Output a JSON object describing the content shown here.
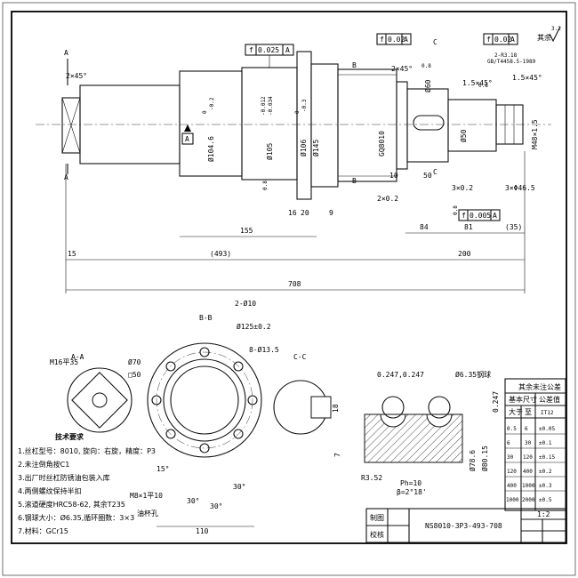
{
  "title_block": {
    "label_draw": "制图",
    "label_check": "校核",
    "drawing_no": "NS8010-3P3-493-708",
    "scale": "1:2"
  },
  "roughness_note": "其余",
  "roughness_value": "3.2",
  "main_dims": {
    "d708": "708",
    "d493": "(493)",
    "d155": "155",
    "d200": "200",
    "d15": "15",
    "d84": "84",
    "d81": "81",
    "d35": "(35)",
    "d10": "10",
    "d50": "50",
    "d16": "16",
    "d20": "20",
    "d9": "9",
    "cham_left": "2×45°",
    "cham_mid": "2×45°",
    "cham_r1": "1.5×45°",
    "cham_r2": "1.5×45°",
    "groove1": "2×0.2",
    "groove2": "3×0.2",
    "groove3": "3×Φ46.5",
    "dia1": "Ø104.6",
    "dia2": "Ø105",
    "dia3": "Ø106",
    "dia4": "Ø145",
    "dia5": "Ø60",
    "dia6": "Ø50",
    "thread": "M48×1.5",
    "screw": "GQ8010",
    "tol1": "0.025",
    "tol2": "0.02",
    "tol3": "0.02",
    "tol4": "0.005",
    "datum_a": "A",
    "datum_b": "B",
    "datum_c": "C",
    "rough08": "0.8",
    "key_note1": "2-R3.18",
    "key_note2": "GB/T4458.5-1989"
  },
  "section_aa": {
    "label": "A-A",
    "thread": "M16平35",
    "d70": "Ø70",
    "sq": "□50"
  },
  "section_bb": {
    "label": "B-B",
    "holes": "2-Ø10",
    "pcd": "Ø125±0.2",
    "bolts": "8-Ø13.5",
    "a15": "15°",
    "a30a": "30°",
    "a30b": "30°",
    "a30c": "30°",
    "oil": "M8×1平10",
    "oil2": "油杯孔",
    "w110": "110"
  },
  "section_cc": {
    "label": "C-C",
    "d18": "18",
    "d7": "7"
  },
  "thread_detail": {
    "gap": "0.247,0.247",
    "ball": "Ø6.35钢球",
    "h0247": "0.247",
    "r352": "R3.52",
    "ph": "Ph=10",
    "beta": "β=2°18'",
    "d80": "Ø80.15",
    "d78": "Ø78.6"
  },
  "tolerance_table": {
    "title": "其余未注公差",
    "headers": [
      "基本尺寸",
      "公差值"
    ],
    "sub_headers": [
      "大于",
      "至",
      "IT12"
    ],
    "rows": [
      [
        "0.5",
        "6",
        "±0.05"
      ],
      [
        "6",
        "30",
        "±0.1"
      ],
      [
        "30",
        "120",
        "±0.15"
      ],
      [
        "120",
        "400",
        "±0.2"
      ],
      [
        "400",
        "1000",
        "±0.3"
      ],
      [
        "1000",
        "2000",
        "±0.5"
      ]
    ]
  },
  "tech_notes": {
    "title": "技术要求",
    "lines": [
      "1.丝杠型号：8010, 旋向：右旋，精度：P3",
      "2.未注倒角按C1",
      "3.出厂时丝杠防锈油包装入库",
      "4.两侧螺纹保持半扣",
      "5.滚道硬度HRC58-62, 其余T235",
      "6.钢球大小：Ø6.35,循环圈数：3×3",
      "7.材料：GCr15"
    ]
  }
}
